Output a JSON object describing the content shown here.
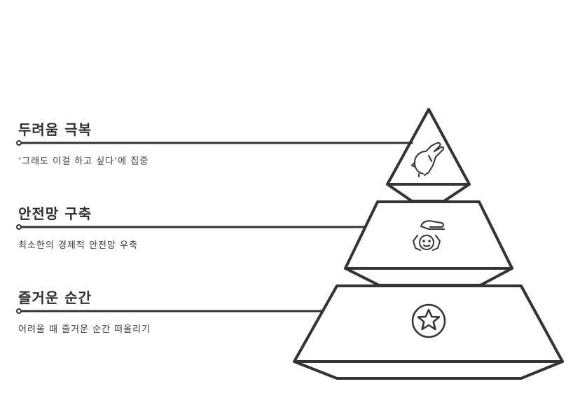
{
  "levels": [
    {
      "title": "두려움 극복",
      "description": "‘그래도 이걸 하고 싶다’에 집중",
      "icon": "head-hand-icon"
    },
    {
      "title": "안전망 구축",
      "description": "최소한의 경제적 안전망 우축",
      "icon": "protected-person-icon"
    },
    {
      "title": "즐거운 순간",
      "description": "어려울 때 즐거운 순간 떠올리기",
      "icon": "star-badge-icon"
    }
  ],
  "colors": {
    "stroke": "#333333",
    "text": "#2f2f2f",
    "background": "#ffffff"
  }
}
